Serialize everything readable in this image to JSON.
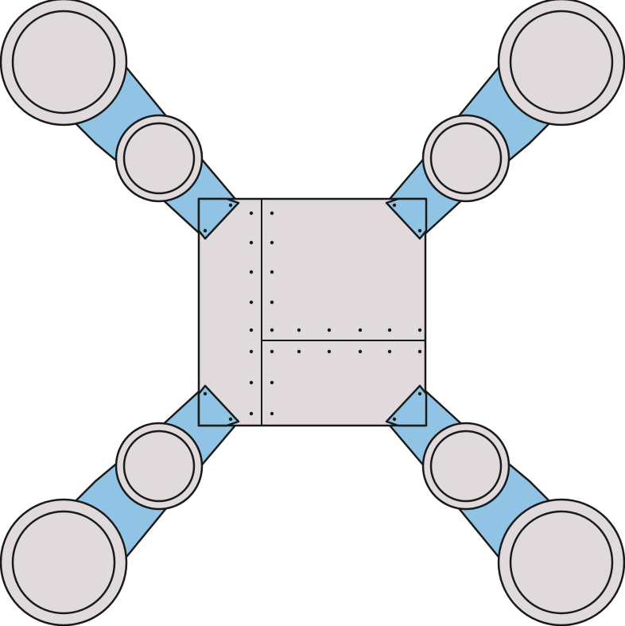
{
  "colors": {
    "background": "#ffffff",
    "body_fill": "#e0dadc",
    "arm_fill": "#91c4e4",
    "stroke": "#1a1a1a",
    "rivet": "#1a1a1a"
  },
  "robot": {
    "arm_count": 4,
    "arms": [
      {
        "position": "top-left"
      },
      {
        "position": "top-right"
      },
      {
        "position": "bottom-left"
      },
      {
        "position": "bottom-right"
      }
    ]
  }
}
